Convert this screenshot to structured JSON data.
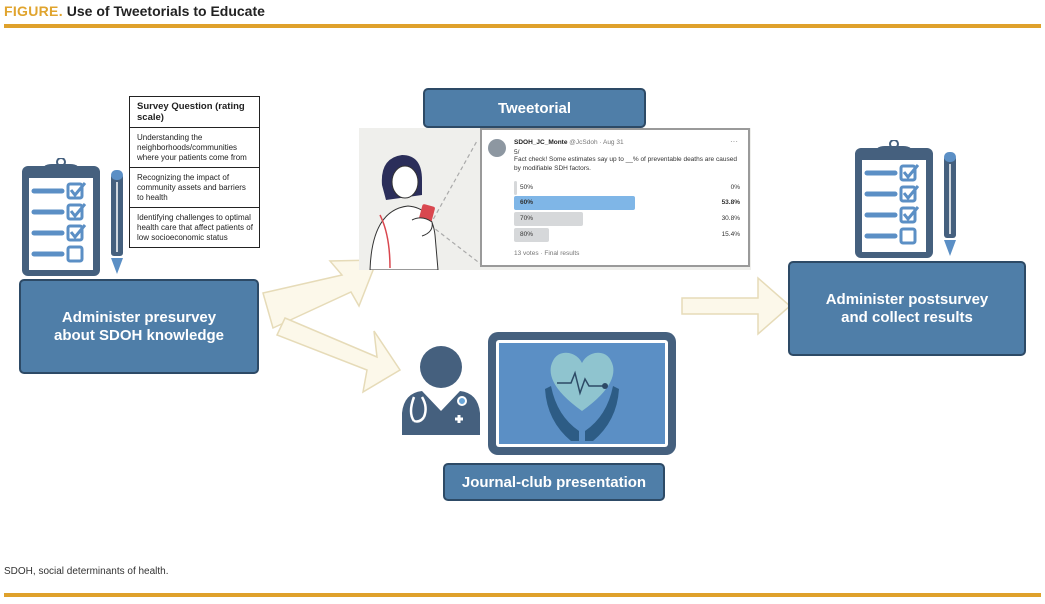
{
  "figure": {
    "label": "FIGURE.",
    "title": "Use of Tweetorials to Educate",
    "footnote": "SDOH, social determinants of health."
  },
  "colors": {
    "accent_gold": "#dfa12b",
    "box_blue": "#4f7ea8",
    "box_border": "#2d4a66",
    "icon_dark": "#45607e",
    "icon_light": "#5b8fc5",
    "arrow_fill": "#fcf8ea",
    "arrow_stroke": "#e6dbb8"
  },
  "survey_table": {
    "header": "Survey Question (rating scale)",
    "rows": [
      "Understanding the neighborhoods/communities where your patients come from",
      "Recognizing the impact of community assets and barriers to health",
      "Identifying challenges to optimal health care that affect patients of low socioeconomic status"
    ]
  },
  "steps": {
    "presurvey": "Administer presurvey about SDOH knowledge",
    "tweetorial": "Tweetorial",
    "journal_club": "Journal-club presentation",
    "postsurvey": "Administer postsurvey and collect results"
  },
  "tweet": {
    "user": "SDOH_JC_Monte",
    "handle": "@JcSdoh · Aug 31",
    "more": "···",
    "thread_num": "5/",
    "text": "Fact check! Some estimates say up to __% of preventable deaths are caused by modifiable SDH factors.",
    "poll": [
      {
        "option": "50%",
        "result": "0%",
        "pct": 0
      },
      {
        "option": "60%",
        "result": "53.8%",
        "pct": 53.8
      },
      {
        "option": "70%",
        "result": "30.8%",
        "pct": 30.8
      },
      {
        "option": "80%",
        "result": "15.4%",
        "pct": 15.4
      }
    ],
    "footer": "13 votes · Final results"
  },
  "icons": [
    "clipboard-checklist-icon",
    "pencil-icon",
    "woman-with-phone-illustration",
    "doctor-icon",
    "heart-in-hands-monitor-icon",
    "arrow-icon"
  ]
}
